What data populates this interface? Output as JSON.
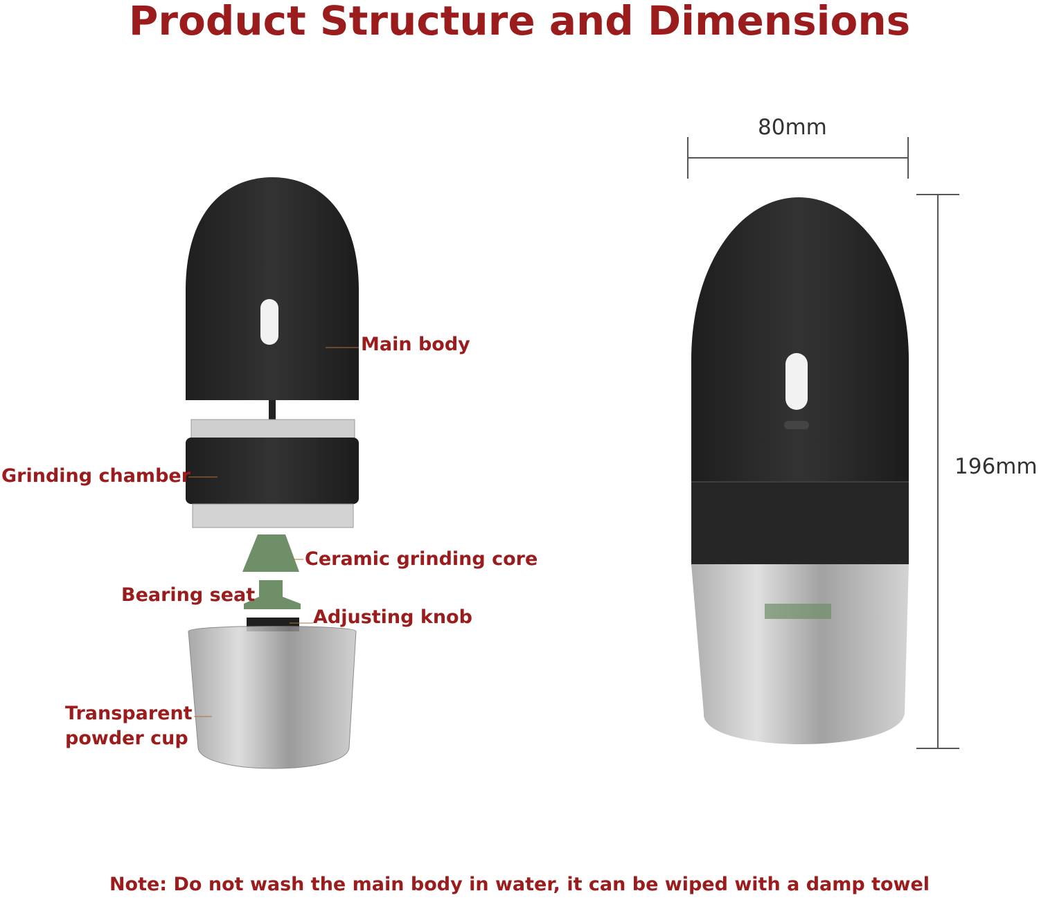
{
  "title": "Product Structure and Dimensions",
  "parts": {
    "main_body": "Main body",
    "grinding_chamber": "Grinding chamber",
    "ceramic_core": "Ceramic grinding core",
    "bearing_seat": "Bearing seat",
    "adjusting_knob": "Adjusting knob",
    "cup_line1": "Transparent",
    "cup_line2": "powder cup"
  },
  "dimensions": {
    "width": "80mm",
    "height": "196mm"
  },
  "note": "Note: Do not wash the main body in water, it can be wiped with a damp towel",
  "colors": {
    "label": "#9b1c1c",
    "body": "#2b2b2b",
    "ceramic": "#6f8f68"
  }
}
